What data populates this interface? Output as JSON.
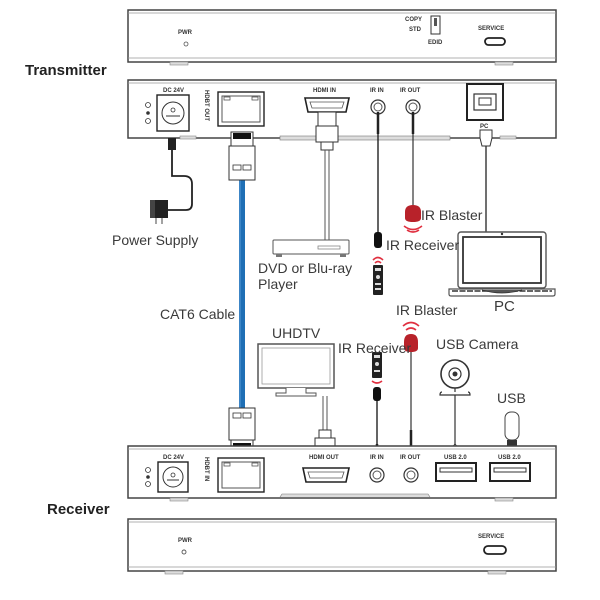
{
  "sections": {
    "transmitter": "Transmitter",
    "receiver": "Receiver"
  },
  "transmitter_front": {
    "pwr": "PWR",
    "edid_copy": "COPY",
    "edid_std": "STD",
    "edid": "EDID",
    "service": "SERVICE"
  },
  "transmitter_rear": {
    "dc": "DC 24V",
    "hdbt": "HDBT OUT",
    "hdmi": "HDMI IN",
    "ir_in": "IR IN",
    "ir_out": "IR OUT",
    "pc": "PC"
  },
  "receiver_rear": {
    "dc": "DC 24V",
    "hdbt": "HDBT IN",
    "hdmi": "HDMI OUT",
    "ir_in": "IR IN",
    "ir_out": "IR OUT",
    "usb1": "USB 2.0",
    "usb2": "USB 2.0"
  },
  "receiver_front": {
    "pwr": "PWR",
    "service": "SERVICE"
  },
  "labels": {
    "power_supply": "Power Supply",
    "dvd_line1": "DVD or Blu-ray",
    "dvd_line2": "Player",
    "ir_blaster_tx": "IR Blaster",
    "ir_receiver_tx": "IR Receiver",
    "pc": "PC",
    "cat6": "CAT6 Cable",
    "uhdtv": "UHDTV",
    "ir_receiver_rx": "IR Receiver",
    "ir_blaster_rx": "IR Blaster",
    "usb_camera": "USB Camera",
    "usb": "USB"
  },
  "colors": {
    "cat6_cable": "#1f6fb5",
    "ir_red": "#c0232b",
    "line": "#333333"
  }
}
